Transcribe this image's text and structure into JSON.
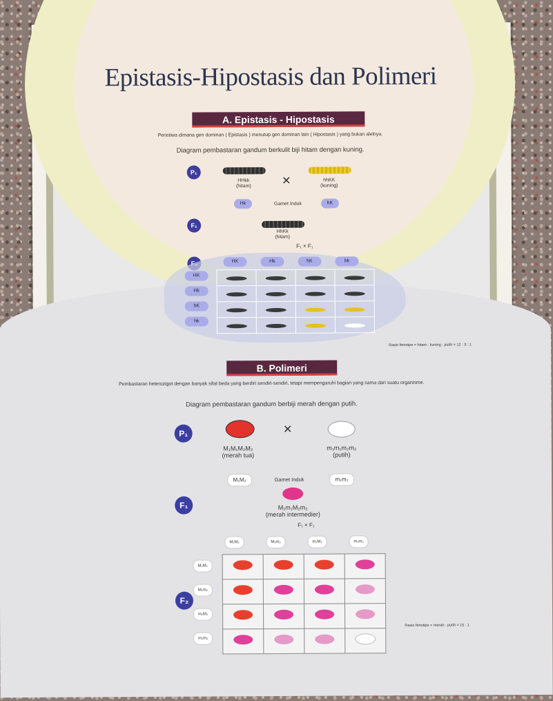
{
  "title": "Epistasis-Hipostasis dan Polimeri",
  "sectionA": {
    "heading": "A. Epistasis - Hipostasis",
    "description": "Peristiwa dimana gen dominan ( Epistasis ) menutup gen dominan lain ( Hipostasis ) yang bukan alelnya.",
    "diagram_title": "Diagram pembastaran gandum berkulit biji hitam dengan kuning.",
    "p1_label": "P₁",
    "f1_label": "F₁",
    "f2_label": "F₂",
    "cross_symbol": "✕",
    "parent1_geno": "HHkk",
    "parent1_pheno": "(hitam)",
    "parent2_geno": "hhKK",
    "parent2_pheno": "(kuning)",
    "gamete1": "Hk",
    "gamete2": "hK",
    "gamete_label": "Gamet Induk",
    "f1_geno": "HhKk",
    "f1_pheno": "(hitam)",
    "fxf": "F₁ × F₁",
    "male_gametes": [
      "HK",
      "Hk",
      "hK",
      "hk"
    ],
    "female_gametes": [
      "HK",
      "Hk",
      "hK",
      "hk"
    ],
    "ratio": "Rasio fenotipe = hitam : kuning : putih = 12 : 3 : 1",
    "colors": {
      "hitam": "#3a3a3a",
      "kuning": "#e8c020",
      "putih": "#ffffff"
    },
    "grid": [
      [
        "hitam",
        "hitam",
        "hitam",
        "hitam"
      ],
      [
        "hitam",
        "hitam",
        "hitam",
        "hitam"
      ],
      [
        "hitam",
        "hitam",
        "kuning",
        "kuning"
      ],
      [
        "hitam",
        "hitam",
        "kuning",
        "putih"
      ]
    ]
  },
  "sectionB": {
    "heading": "B. Polimeri",
    "description": "Pembastaran heterozigot dengan banyak sifat beda yang berdiri sendiri-sendiri, tetapi mempengaruhi bagian yang sama dari suatu organisme.",
    "diagram_title": "Diagram pembastaran gandum berbiji merah dengan putih.",
    "p1_label": "P₁",
    "f1_label": "F₁",
    "f2_label": "F₂",
    "cross_symbol": "✕",
    "parent1_geno": "M₁M₁M₂M₂",
    "parent1_pheno": "(merah tua)",
    "parent2_geno": "m₁m₁m₂m₂",
    "parent2_pheno": "(putih)",
    "gamete1": "M₁M₂",
    "gamete2": "m₁m₂",
    "gamete_label": "Gamet Induk",
    "f1_geno": "M₁m₁M₂m₂",
    "f1_pheno": "(merah intermedier)",
    "fxf": "F₁ × F₁",
    "male_gametes": [
      "M₁M₂",
      "M₁m₂",
      "m₁M₂",
      "m₁m₂"
    ],
    "female_gametes": [
      "M₁M₂",
      "M₁m₂",
      "m₁M₂",
      "m₁m₂"
    ],
    "ratio": "Rasio fenotipe = merah : putih = 15 : 1",
    "colors": {
      "merah_tua": "#e2332c",
      "merah": "#e0368a",
      "merah_muda": "#d88ac4",
      "putih": "#ffffff"
    },
    "grid": [
      [
        "#e8402e",
        "#e8402e",
        "#e8402e",
        "#e03f9a"
      ],
      [
        "#e8402e",
        "#e03f9a",
        "#e03f9a",
        "#e59ac8"
      ],
      [
        "#e8402e",
        "#e03f9a",
        "#e03f9a",
        "#e59ac8"
      ],
      [
        "#e03f9a",
        "#e59ac8",
        "#e59ac8",
        "#ffffff"
      ]
    ]
  }
}
